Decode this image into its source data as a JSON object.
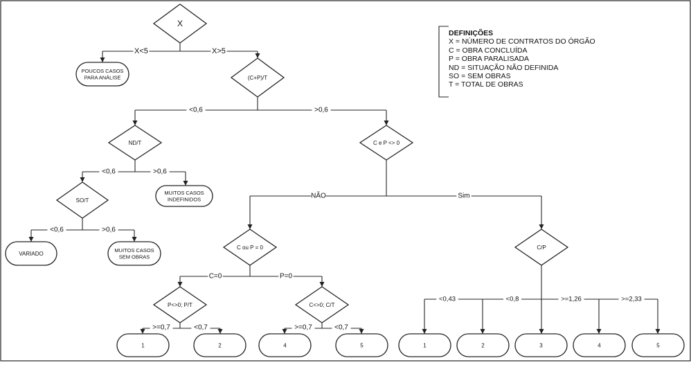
{
  "legend": {
    "title": "DEFINIÇÕES",
    "lines": [
      "X = NÚMERO DE CONTRATOS DO ÓRGÃO",
      "C = OBRA CONCLUÍDA",
      "P = OBRA PARALISADA",
      "ND = SITUAÇÃO NÃO DEFINIDA",
      "SO = SEM OBRAS",
      "T = TOTAL DE OBRAS"
    ]
  },
  "nodes": {
    "root": "X",
    "cpt": "(C+P)/T",
    "ndt": "ND/T",
    "cep": "C e P <> 0",
    "sot": "SO/T",
    "coup": "C ou P  = 0",
    "cp": "C/P",
    "ppt": "P<>0; P/T",
    "cct": "C<>0; C/T"
  },
  "terminals": {
    "poucos": [
      "POUCOS CASOS",
      "PARA ANÁLISE"
    ],
    "indef": [
      "MUITOS CASOS",
      "INDEFINIDOS"
    ],
    "variado": [
      "VARIADO"
    ],
    "semobras": [
      "MUITOS CASOS",
      "SEM OBRAS"
    ],
    "l1": [
      "1"
    ],
    "l2": [
      "2"
    ],
    "l4": [
      "4"
    ],
    "l5": [
      "5"
    ],
    "r1": [
      "1"
    ],
    "r2": [
      "2"
    ],
    "r3": [
      "3"
    ],
    "r4": [
      "4"
    ],
    "r5": [
      "5"
    ]
  },
  "edges": {
    "x_lt5": "X<5",
    "x_gt5": "X>5",
    "cpt_lt": "<0,6",
    "cpt_gt": ">0,6",
    "ndt_lt": "<0,6",
    "ndt_gt": ">0,6",
    "sot_lt": "<0,6",
    "sot_gt": ">0,6",
    "nao": "NÃO",
    "sim": "Sim",
    "c0": "C=0",
    "p0": "P=0",
    "ppt_ge": ">=0,7",
    "ppt_lt": "<0,7",
    "cct_ge": ">=0,7",
    "cct_lt": "<0,7",
    "cp_043": "<0,43",
    "cp_08": "<0,8",
    "cp_126": ">=1,26",
    "cp_233": ">=2,33"
  }
}
